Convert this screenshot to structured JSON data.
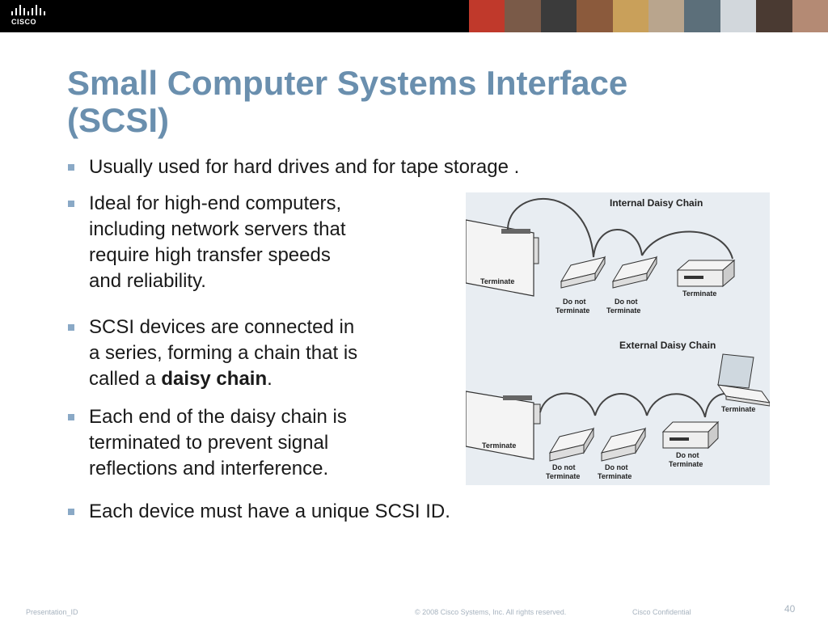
{
  "brand": {
    "logo_text": "CISCO"
  },
  "slide": {
    "title_line1": "Small Computer Systems Interface",
    "title_line2": "(SCSI)",
    "bullets": {
      "b1": "Usually used for hard drives and for tape storage .",
      "b2": [
        "Ideal for high-end computers,",
        "including network servers that",
        "require high transfer speeds",
        "and reliability."
      ],
      "b3": {
        "l1": "SCSI devices are connected in",
        "l2": "a series, forming a chain that is",
        "l3_pre": "called a ",
        "l3_bold": "daisy chain",
        "l3_post": "."
      },
      "b4": [
        "Each end of the daisy chain is",
        "terminated to prevent signal",
        "reflections and interference."
      ],
      "b5": "Each device must have a unique SCSI ID."
    }
  },
  "diagram": {
    "internal_title": "Internal Daisy Chain",
    "external_title": "External Daisy Chain",
    "labels": {
      "terminate": "Terminate",
      "do_not": "Do not",
      "terminate_word": "Terminate"
    }
  },
  "footer": {
    "presentation_id": "Presentation_ID",
    "copyright": "© 2008 Cisco Systems, Inc. All rights reserved.",
    "confidential": "Cisco Confidential",
    "page": "40"
  },
  "colors": {
    "title": "#6a8fae",
    "bullet_marker": "#8aa9c6",
    "diagram_bg": "#e8edf2"
  }
}
